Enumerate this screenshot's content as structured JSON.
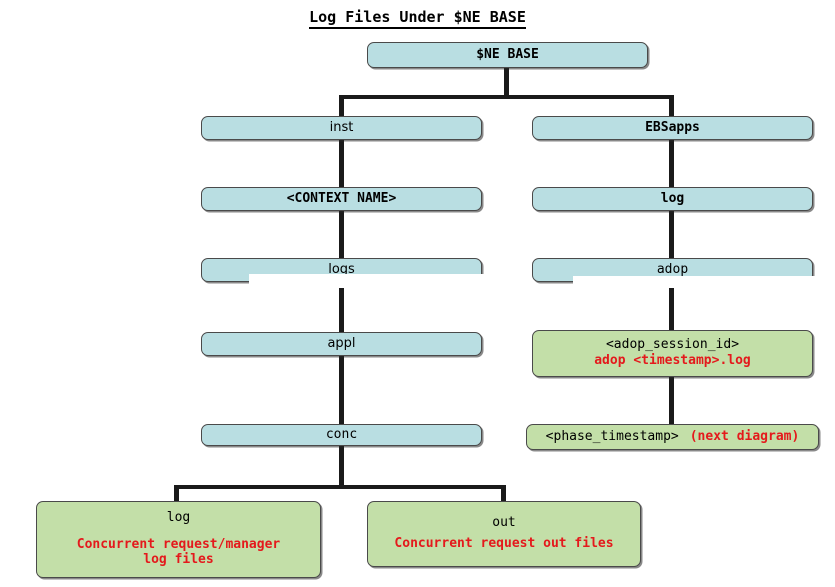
{
  "diagram": {
    "title": "Log Files Under $NE BASE",
    "colors": {
      "box_blue": "#b9dee2",
      "box_green": "#c3dfa8",
      "accent_red": "#e4191c",
      "connector": "#1a1a1a",
      "border": "#4a4a4a"
    },
    "nodes": {
      "root": {
        "label": "$NE BASE"
      },
      "inst": {
        "label": "inst"
      },
      "ebsapps": {
        "label": "EBSapps"
      },
      "context_name": {
        "label": "<CONTEXT NAME>"
      },
      "log_right": {
        "label": "log"
      },
      "logs": {
        "label": "logs"
      },
      "adop": {
        "label": "adop"
      },
      "appl": {
        "label": "appl"
      },
      "adop_session": {
        "line1": "<adop_session_id>",
        "line2": "adop <timestamp>.log"
      },
      "conc": {
        "label": "conc"
      },
      "phase_timestamp": {
        "line1": "<phase_timestamp>",
        "line2": "(next diagram)"
      },
      "conc_log": {
        "line1": "log",
        "line2": "Concurrent request/manager",
        "line3": "log files"
      },
      "conc_out": {
        "line1": "out",
        "line2": "Concurrent request out files"
      }
    }
  }
}
